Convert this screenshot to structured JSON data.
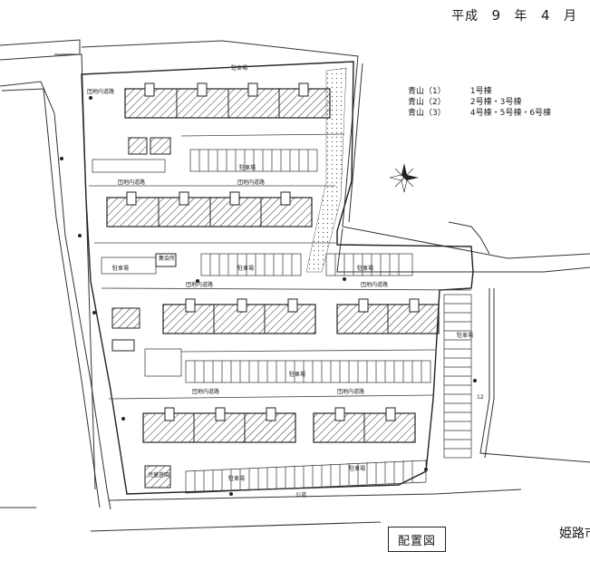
{
  "header": {
    "era": "平成",
    "year": "9",
    "year_unit": "年",
    "month": "4",
    "month_unit": "月"
  },
  "legend": [
    {
      "area": "青山（1）",
      "buildings": "1号棟"
    },
    {
      "area": "青山（2）",
      "buildings": "2号棟・3号棟"
    },
    {
      "area": "青山（3）",
      "buildings": "4号棟・5号棟・6号棟"
    }
  ],
  "map_labels": {
    "parking": "駐車場",
    "internal_road": "団地内道路",
    "children_park": "児童遊園",
    "meeting_hall": "集会所",
    "road_number": "12",
    "public_road": "公道"
  },
  "title": "配置図",
  "city": "姫路市"
}
